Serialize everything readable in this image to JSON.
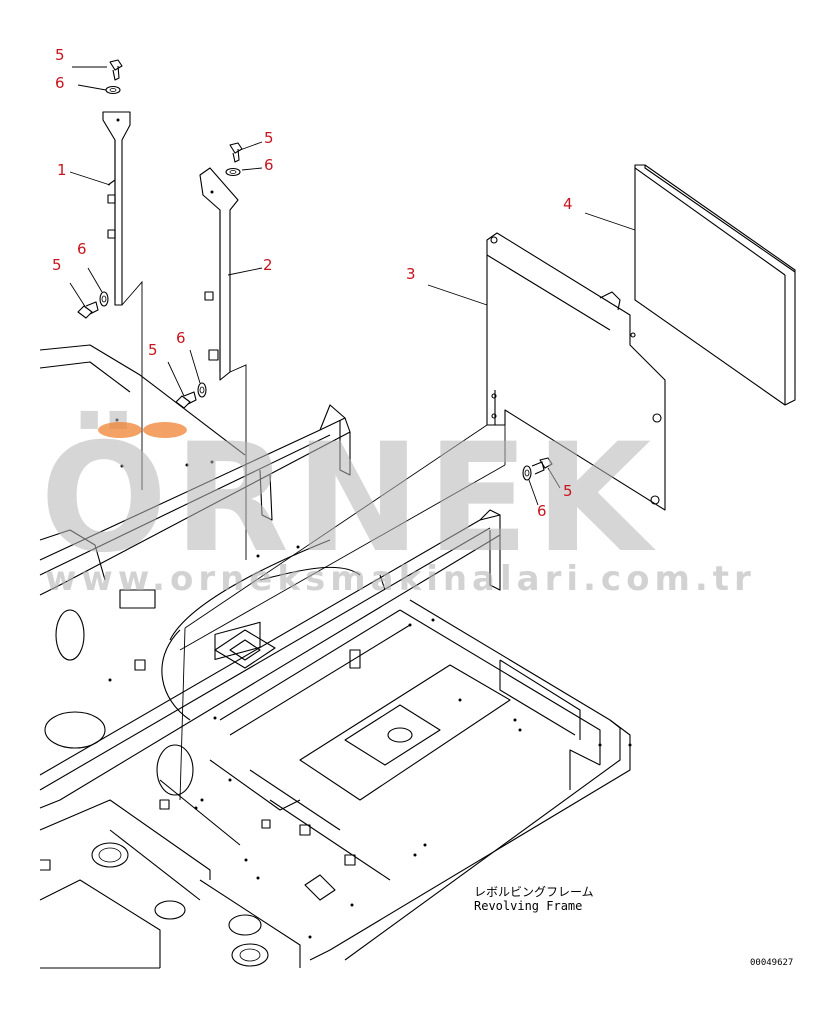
{
  "callouts": [
    {
      "id": "c1",
      "text": "1"
    },
    {
      "id": "c2",
      "text": "2"
    },
    {
      "id": "c3",
      "text": "3"
    },
    {
      "id": "c4",
      "text": "4"
    },
    {
      "id": "c5a",
      "text": "5"
    },
    {
      "id": "c6a",
      "text": "6"
    },
    {
      "id": "c5b",
      "text": "5"
    },
    {
      "id": "c6b",
      "text": "6"
    },
    {
      "id": "c5c",
      "text": "5"
    },
    {
      "id": "c6c",
      "text": "6"
    },
    {
      "id": "c5d",
      "text": "5"
    },
    {
      "id": "c6d",
      "text": "6"
    },
    {
      "id": "c5e",
      "text": "5"
    },
    {
      "id": "c6e",
      "text": "6"
    }
  ],
  "caption": {
    "japanese": "レボルビングフレーム",
    "english": "Revolving Frame"
  },
  "document_number": "00049627",
  "watermark": {
    "brand": "ÖRNEK",
    "url": "www.orneksmakinalari.com.tr"
  }
}
